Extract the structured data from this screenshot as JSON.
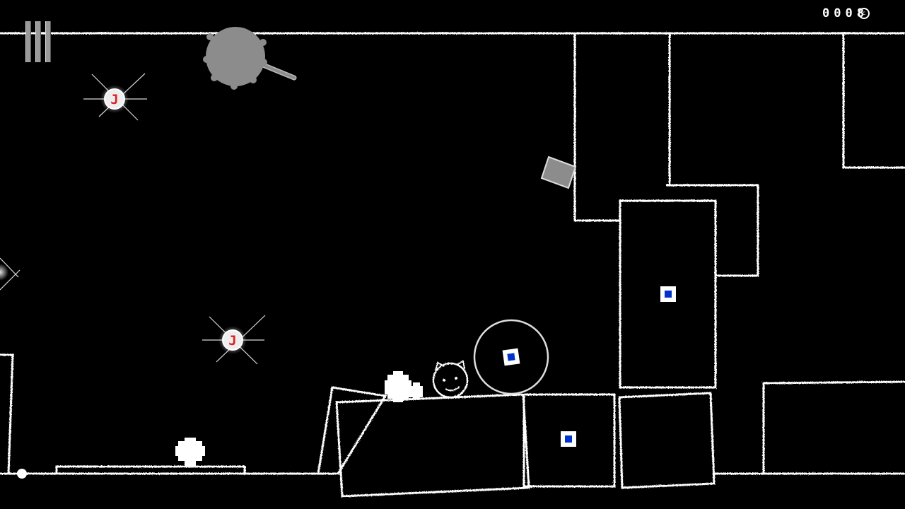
{
  "hud": {
    "score": "0008",
    "coin_glyph": "c",
    "pause_icon": "pause-bars-icon"
  },
  "colors": {
    "background": "#000000",
    "outline": "#ffffff",
    "hazard_gray": "#8c8c8c",
    "checkpoint_blue": "#0033cc",
    "token_red": "#dd2222"
  },
  "tokens": [
    {
      "glyph": "J",
      "icon": "red-j-token-icon"
    },
    {
      "glyph": "J",
      "icon": "red-j-token-icon"
    }
  ],
  "checkpoints": [
    {
      "icon": "blue-square-checkpoint-icon"
    },
    {
      "icon": "blue-square-checkpoint-icon"
    },
    {
      "icon": "blue-square-checkpoint-icon"
    }
  ],
  "player": {
    "icon": "round-smiling-creature-icon"
  },
  "hazards": [
    {
      "icon": "spiked-mace-icon"
    },
    {
      "icon": "gray-block-icon"
    },
    {
      "icon": "spiky-blob-enemy-icon"
    },
    {
      "icon": "spiky-blob-enemy-icon"
    }
  ]
}
